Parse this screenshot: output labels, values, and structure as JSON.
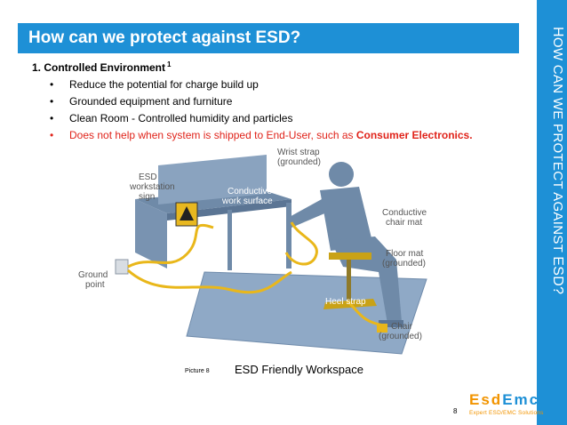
{
  "slide": {
    "title": "How can we protect against ESD?",
    "side_title_first": "H",
    "side_title_rest": "OW CAN WE PROTECT AGAINST ",
    "side_title_tail": "ESD?",
    "heading": "1. Controlled Environment",
    "heading_sup": "1",
    "bullets": [
      "Reduce the potential for charge build up",
      "Grounded equipment and furniture",
      "Clean Room - Controlled humidity and particles"
    ],
    "bullet_red_prefix": "Does not help when system is shipped to End-User, such as ",
    "bullet_red_bold": "Consumer Electronics."
  },
  "figure": {
    "labels": {
      "workstation_sign_1": "ESD",
      "workstation_sign_2": "workstation",
      "workstation_sign_3": "sign",
      "wrist_strap_1": "Wrist strap",
      "wrist_strap_2": "(grounded)",
      "conductive_surface_1": "Conductive",
      "conductive_surface_2": "work surface",
      "chair_mat_1": "Conductive",
      "chair_mat_2": "chair mat",
      "ground_point_1": "Ground",
      "ground_point_2": "point",
      "floor_mat_1": "Floor mat",
      "floor_mat_2": "(grounded)",
      "heel_strap": "Heel strap",
      "chair_1": "Chair",
      "chair_2": "(grounded)"
    },
    "caption_small": "Picture 8",
    "caption": "ESD Friendly Workspace"
  },
  "footer": {
    "page_number": "8",
    "logo_part1": "Esd",
    "logo_part2": "Emc",
    "logo_tagline": "Expert ESD/EMC Solutions"
  },
  "colors": {
    "accent": "#1e90d6",
    "warning_text": "#e0241b",
    "logo_orange": "#f29400",
    "strap_yellow": "#e9b71a"
  }
}
